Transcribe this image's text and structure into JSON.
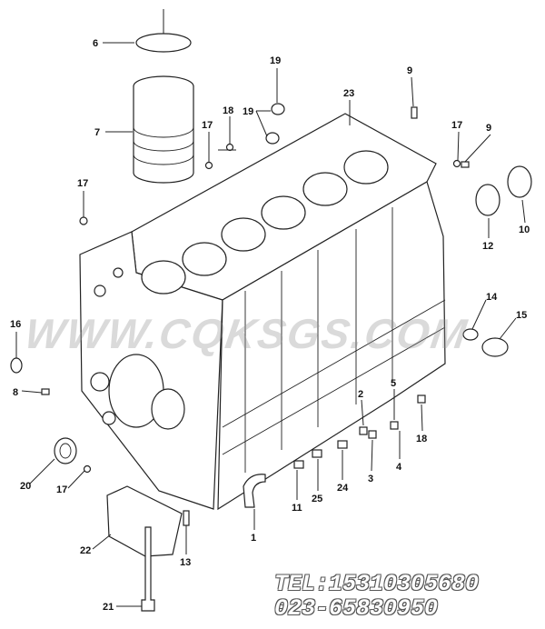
{
  "callouts": [
    "1",
    "2",
    "3",
    "4",
    "5",
    "6",
    "7",
    "8",
    "9",
    "10",
    "11",
    "12",
    "13",
    "14",
    "15",
    "16",
    "17",
    "18",
    "19",
    "20",
    "21",
    "22",
    "23",
    "24",
    "25"
  ],
  "watermark": "WWW.CQKSGS.COM",
  "contact": {
    "tel": "TEL:15310305680",
    "phone": "023-65830950"
  },
  "figure_code": "",
  "colors": {
    "ink": "#222222",
    "watermark": "#969696"
  }
}
